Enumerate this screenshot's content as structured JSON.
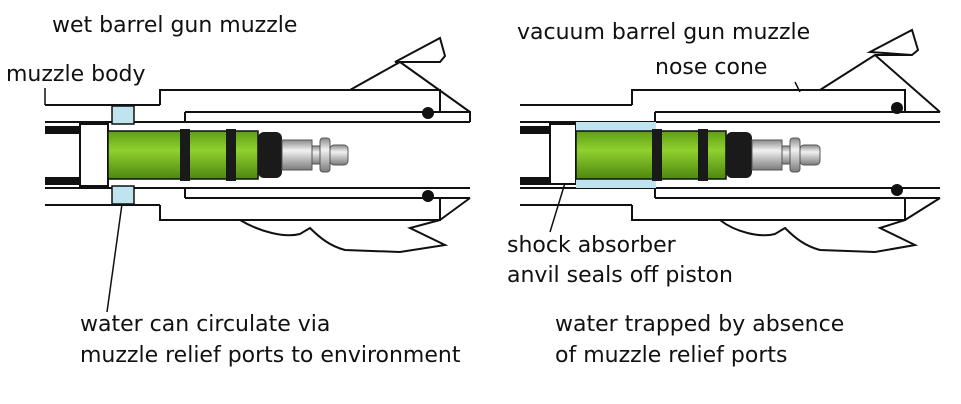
{
  "left": {
    "title": "wet barrel gun muzzle",
    "body_label": "muzzle body",
    "caption_line1": "water can circulate via",
    "caption_line2": "muzzle relief ports to environment"
  },
  "right": {
    "title": "vacuum barrel gun muzzle",
    "nose_label": "nose cone",
    "shock_line1": "shock absorber",
    "shock_line2": "anvil seals off piston",
    "caption_line1": "water trapped by absence",
    "caption_line2": "of muzzle relief ports"
  },
  "colors": {
    "piston_green": "#7fbf24",
    "piston_dark": "#4f8a12",
    "water_blue": "#bfe4ef",
    "outline": "#111111",
    "metal": "#c8c8c8",
    "seal": "#1a1a1a"
  }
}
